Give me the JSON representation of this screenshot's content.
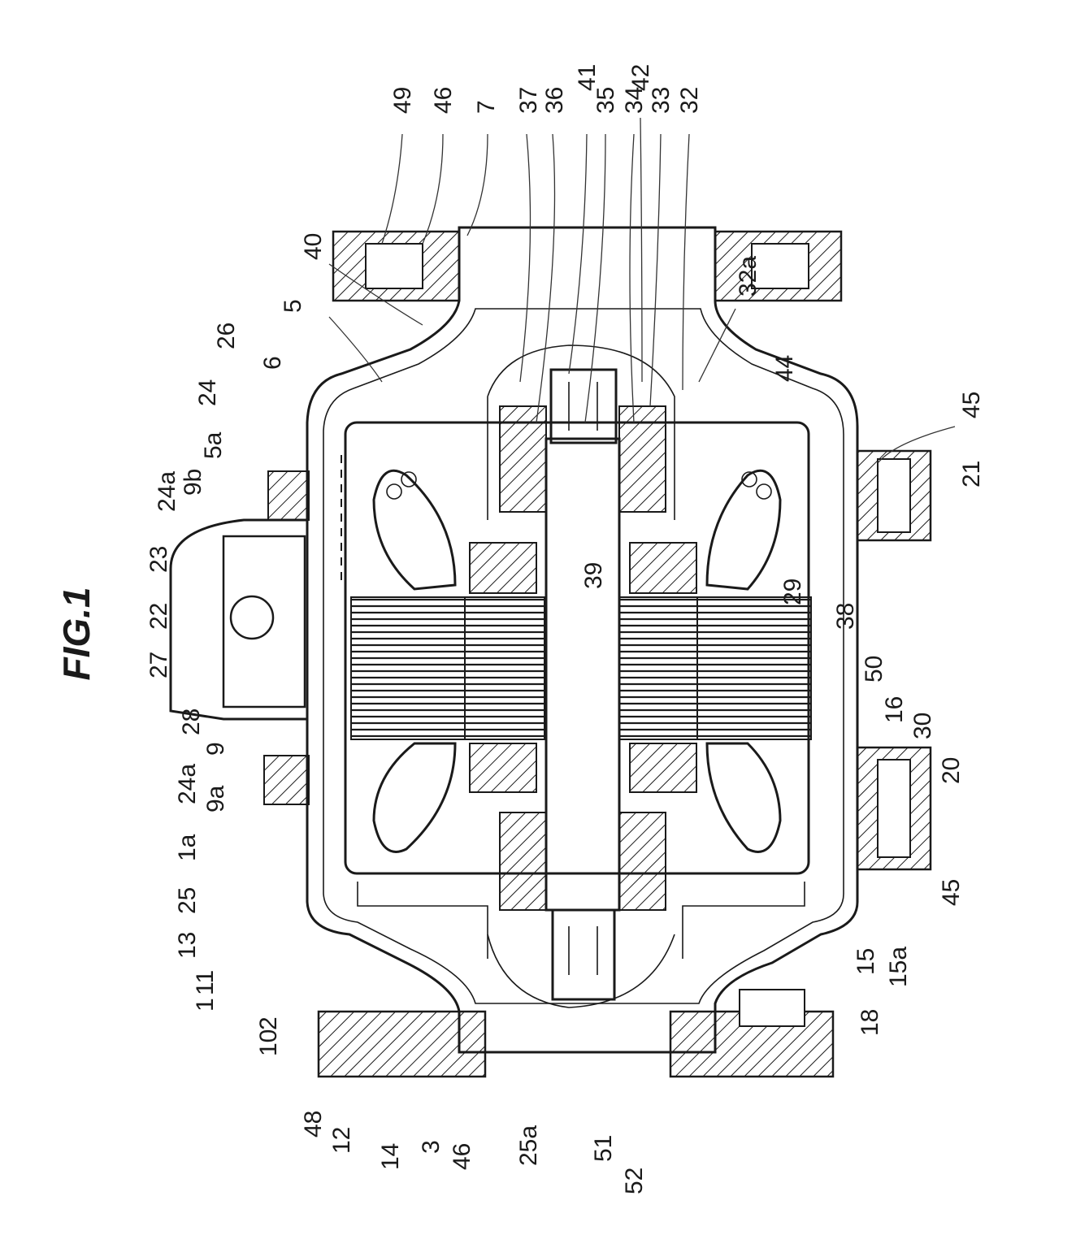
{
  "figure": {
    "title": "FIG.1",
    "labels": [
      {
        "id": "49",
        "text": "49"
      },
      {
        "id": "46-top",
        "text": "46"
      },
      {
        "id": "7",
        "text": "7"
      },
      {
        "id": "37",
        "text": "37"
      },
      {
        "id": "36",
        "text": "36"
      },
      {
        "id": "41",
        "text": "41"
      },
      {
        "id": "35",
        "text": "35"
      },
      {
        "id": "34",
        "text": "34"
      },
      {
        "id": "42",
        "text": "42"
      },
      {
        "id": "33",
        "text": "33"
      },
      {
        "id": "32",
        "text": "32"
      },
      {
        "id": "40",
        "text": "40"
      },
      {
        "id": "5",
        "text": "5"
      },
      {
        "id": "26",
        "text": "26"
      },
      {
        "id": "6",
        "text": "6"
      },
      {
        "id": "24",
        "text": "24"
      },
      {
        "id": "32a",
        "text": "32a"
      },
      {
        "id": "44",
        "text": "44"
      },
      {
        "id": "5a",
        "text": "5a"
      },
      {
        "id": "9b",
        "text": "9b"
      },
      {
        "id": "24a-upper",
        "text": "24a"
      },
      {
        "id": "23",
        "text": "23"
      },
      {
        "id": "22",
        "text": "22"
      },
      {
        "id": "27",
        "text": "27"
      },
      {
        "id": "28",
        "text": "28"
      },
      {
        "id": "9",
        "text": "9"
      },
      {
        "id": "24a-lower",
        "text": "24a"
      },
      {
        "id": "9a",
        "text": "9a"
      },
      {
        "id": "1a",
        "text": "1a"
      },
      {
        "id": "25",
        "text": "25"
      },
      {
        "id": "13",
        "text": "13"
      },
      {
        "id": "11",
        "text": "11"
      },
      {
        "id": "1",
        "text": "1"
      },
      {
        "id": "2",
        "text": "2"
      },
      {
        "id": "10",
        "text": "10"
      },
      {
        "id": "48",
        "text": "48"
      },
      {
        "id": "12",
        "text": "12"
      },
      {
        "id": "14",
        "text": "14"
      },
      {
        "id": "3",
        "text": "3"
      },
      {
        "id": "46-bottom",
        "text": "46"
      },
      {
        "id": "25a",
        "text": "25a"
      },
      {
        "id": "51",
        "text": "51"
      },
      {
        "id": "52",
        "text": "52"
      },
      {
        "id": "39",
        "text": "39"
      },
      {
        "id": "45-top",
        "text": "45"
      },
      {
        "id": "21",
        "text": "21"
      },
      {
        "id": "29",
        "text": "29"
      },
      {
        "id": "38",
        "text": "38"
      },
      {
        "id": "50",
        "text": "50"
      },
      {
        "id": "16",
        "text": "16"
      },
      {
        "id": "30",
        "text": "30"
      },
      {
        "id": "20",
        "text": "20"
      },
      {
        "id": "45-bottom",
        "text": "45"
      },
      {
        "id": "15",
        "text": "15"
      },
      {
        "id": "15a",
        "text": "15a"
      },
      {
        "id": "18",
        "text": "18"
      }
    ]
  }
}
